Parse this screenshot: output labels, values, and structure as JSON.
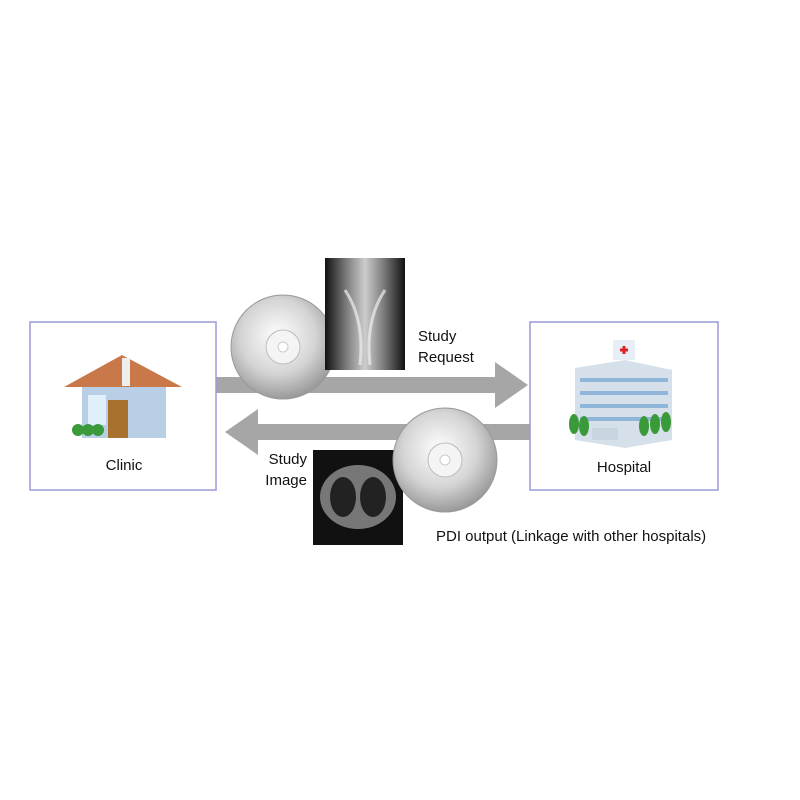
{
  "clinic": {
    "label": "Clinic"
  },
  "hospital": {
    "label": "Hospital"
  },
  "arrows": {
    "request_line1": "Study",
    "request_line2": "Request",
    "image_line1": "Study",
    "image_line2": "Image"
  },
  "footer_note": "PDI output (Linkage with other hospitals)",
  "colors": {
    "box_border": "#9a9ad8",
    "arrow": "#a6a6a6",
    "roof": "#c9784a",
    "tree": "#3a9a3a"
  }
}
